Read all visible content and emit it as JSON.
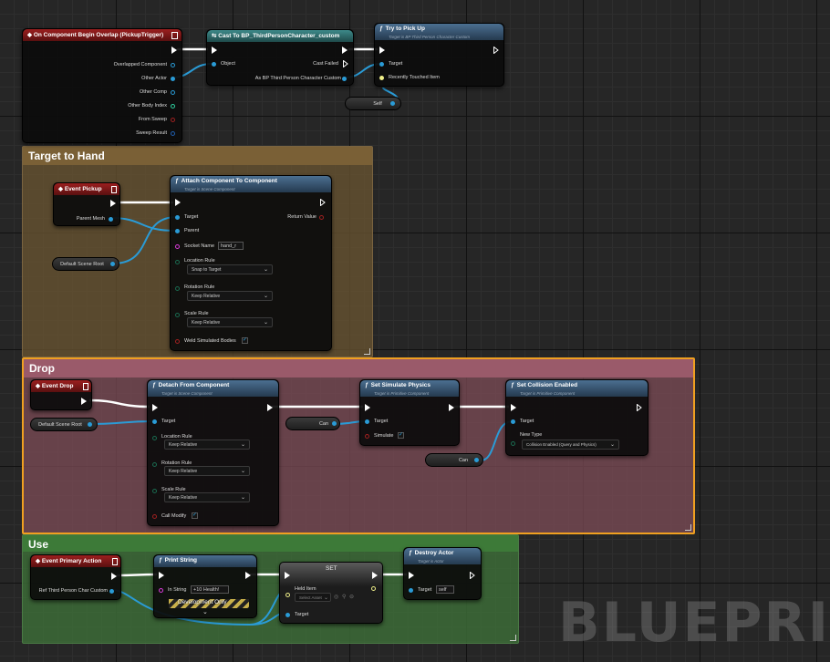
{
  "watermark": "BLUEPRINT",
  "comments": {
    "target_to_hand": "Target to Hand",
    "drop": "Drop",
    "use": "Use"
  },
  "colors": {
    "target_to_hand_bg": "#6b5532",
    "drop_bg": "#7a4a55",
    "drop_border": "#f0a020",
    "use_bg": "#3c6b37",
    "exec_wire": "#ffffff",
    "object_wire": "#2a9bd6"
  },
  "overlap_event": {
    "title": "On Component Begin Overlap (PickupTrigger)",
    "pins": [
      "Overlapped Component",
      "Other Actor",
      "Other Comp",
      "Other Body Index",
      "From Sweep",
      "Sweep Result"
    ]
  },
  "cast_node": {
    "title": "Cast To BP_ThirdPersonCharacter_custom",
    "object": "Object",
    "cast_failed": "Cast Failed",
    "as_output": "As BP Third Person Character Custom"
  },
  "try_pickup": {
    "title": "Try to Pick Up",
    "subtitle": "Target is BP Third Person Character Custom",
    "target": "Target",
    "recently": "Recently Touched Item"
  },
  "self_node": "Self",
  "event_pickup": {
    "title": "Event Pickup",
    "parent_mesh": "Parent Mesh"
  },
  "default_scene_root_1": "Default Scene Root",
  "attach_node": {
    "title": "Attach Component To Component",
    "subtitle": "Target is Scene Component",
    "target": "Target",
    "parent": "Parent",
    "return_value": "Return Value",
    "socket_name": "Socket Name",
    "socket_value": "hand_r",
    "location_rule": "Location Rule",
    "location_value": "Snap to Target",
    "rotation_rule": "Rotation Rule",
    "rotation_value": "Keep Relative",
    "scale_rule": "Scale Rule",
    "scale_value": "Keep Relative",
    "weld": "Weld Simulated Bodies"
  },
  "event_drop": "Event Drop",
  "default_scene_root_2": "Default Scene Root",
  "detach_node": {
    "title": "Detach From Component",
    "subtitle": "Target is Scene Component",
    "target": "Target",
    "location_rule": "Location Rule",
    "location_value": "Keep Relative",
    "rotation_rule": "Rotation Rule",
    "rotation_value": "Keep Relative",
    "scale_rule": "Scale Rule",
    "scale_value": "Keep Relative",
    "call_modify": "Call Modify"
  },
  "can_1": "Can",
  "can_2": "Can",
  "sim_physics": {
    "title": "Set Simulate Physics",
    "subtitle": "Target is Primitive Component",
    "target": "Target",
    "simulate": "Simulate"
  },
  "collision": {
    "title": "Set Collision Enabled",
    "subtitle": "Target is Primitive Component",
    "target": "Target",
    "new_type": "New Type",
    "new_type_value": "Collision Enabled (Query and Physics)"
  },
  "event_primary": {
    "title": "Event Primary Action",
    "ref": "Ref Third Person Char Custom"
  },
  "print_string": {
    "title": "Print String",
    "in_string": "In String",
    "in_string_value": "+10 Health!",
    "dev_only": "Development Only"
  },
  "set_node": {
    "title": "SET",
    "held_item": "Held Item",
    "select_asset": "Select Asset",
    "target": "Target"
  },
  "destroy_actor": {
    "title": "Destroy Actor",
    "subtitle": "Target is Actor",
    "target": "Target",
    "target_value": "self"
  }
}
